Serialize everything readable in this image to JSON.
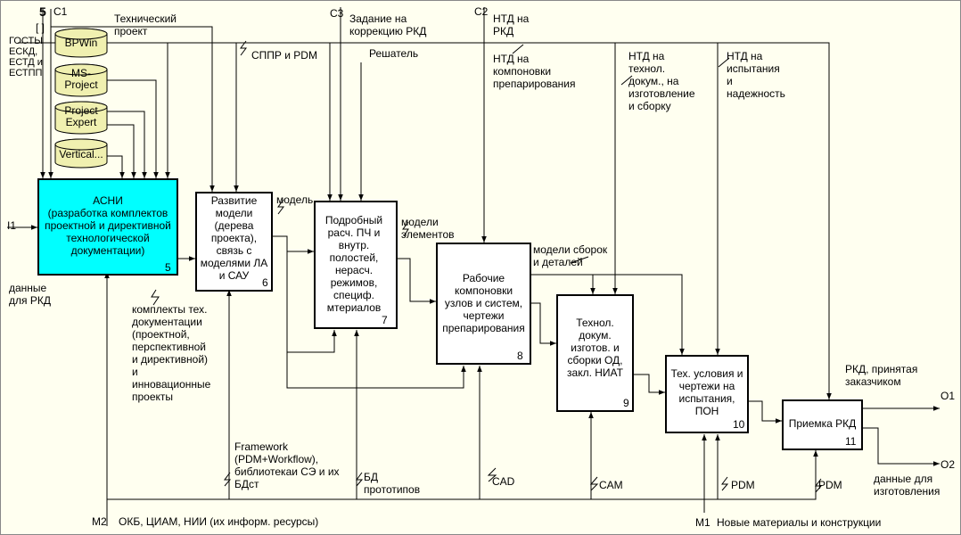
{
  "diagram": {
    "page_number": "5",
    "labels": {
      "c1": "C1",
      "c2": "C2",
      "c3": "C3",
      "i1": "I1",
      "m1": "M1",
      "m2": "M2",
      "o1": "O1",
      "o2": "O2",
      "tunnel": "[ ]"
    },
    "databases": [
      "BPWin",
      "MS-\nProject",
      "Project\nExpert",
      "Vertical..."
    ],
    "boxes": [
      {
        "id": "5",
        "text": "АСНИ\n(разработка комплектов\nпроектной и директивной\nтехнологической\nдокументации)",
        "color": "#00ffff"
      },
      {
        "id": "6",
        "text": "Развитие\nмодели\n(дерева\nпроекта),\nсвязь с\nмоделями ЛА\nи САУ"
      },
      {
        "id": "7",
        "text": "Подробный\nрасч. ПЧ и\nвнутр.\nполостей,\nнерасч.\nрежимов,\nспециф.\nмтериалов"
      },
      {
        "id": "8",
        "text": "Рабочие\nкомпоновки\nузлов и систем,\nчертежи\nпрепарирования"
      },
      {
        "id": "9",
        "text": "Технол.\nдокум.\nизготов. и\nсборки ОД,\nзакл. НИАТ"
      },
      {
        "id": "10",
        "text": "Тех. условия и\nчертежи на\nиспытания,\nПОН"
      },
      {
        "id": "11",
        "text": "Приемка РКД"
      }
    ],
    "arrow_labels": {
      "gosty": "ГОСТЫ\nЕСКД,\nЕСТД и\nЕСТПП",
      "tech_project": "Технический\nпроект",
      "sppr_pdm": "СППР и PDM",
      "task": "Задание на\nкоррекцию РКД",
      "solver": "Решатель",
      "ntd_rkd": "НТД на\nРКД",
      "ntd_komp": "НТД на\nкомпоновки\nпрепарирования",
      "ntd_tech": "НТД на\nтехнол.\nдокум., на\nизготовление\nи сборку",
      "ntd_isp": "НТД на\nиспытания\nи\nнадежность",
      "model": "модель",
      "model_elements": "модели\nэлементов",
      "model_assemblies": "модели сборок\nи деталей",
      "data_rkd": "данные\nдля РКД",
      "kits": "комплекты тех.\nдокументации\n(проектной,\nперспективной\nи директивной)\nи\nинновационные\nпроекты",
      "framework": "Framework\n(PDM+Workflow),\nбиблиотекаи СЭ и их\nБДст",
      "bd_proto": "БД\nпрототипов",
      "cad": "CAD",
      "cam": "CAM",
      "pdm1": "PDM",
      "pdm2": "PDM",
      "rkd_accepted": "РКД, принятая\nзаказчиком",
      "data_mfg": "данные для\nизготовления",
      "m2_text": "ОКБ, ЦИАМ, НИИ (их информ. ресурсы)",
      "m1_text": "Новые материалы и конструкции"
    }
  }
}
